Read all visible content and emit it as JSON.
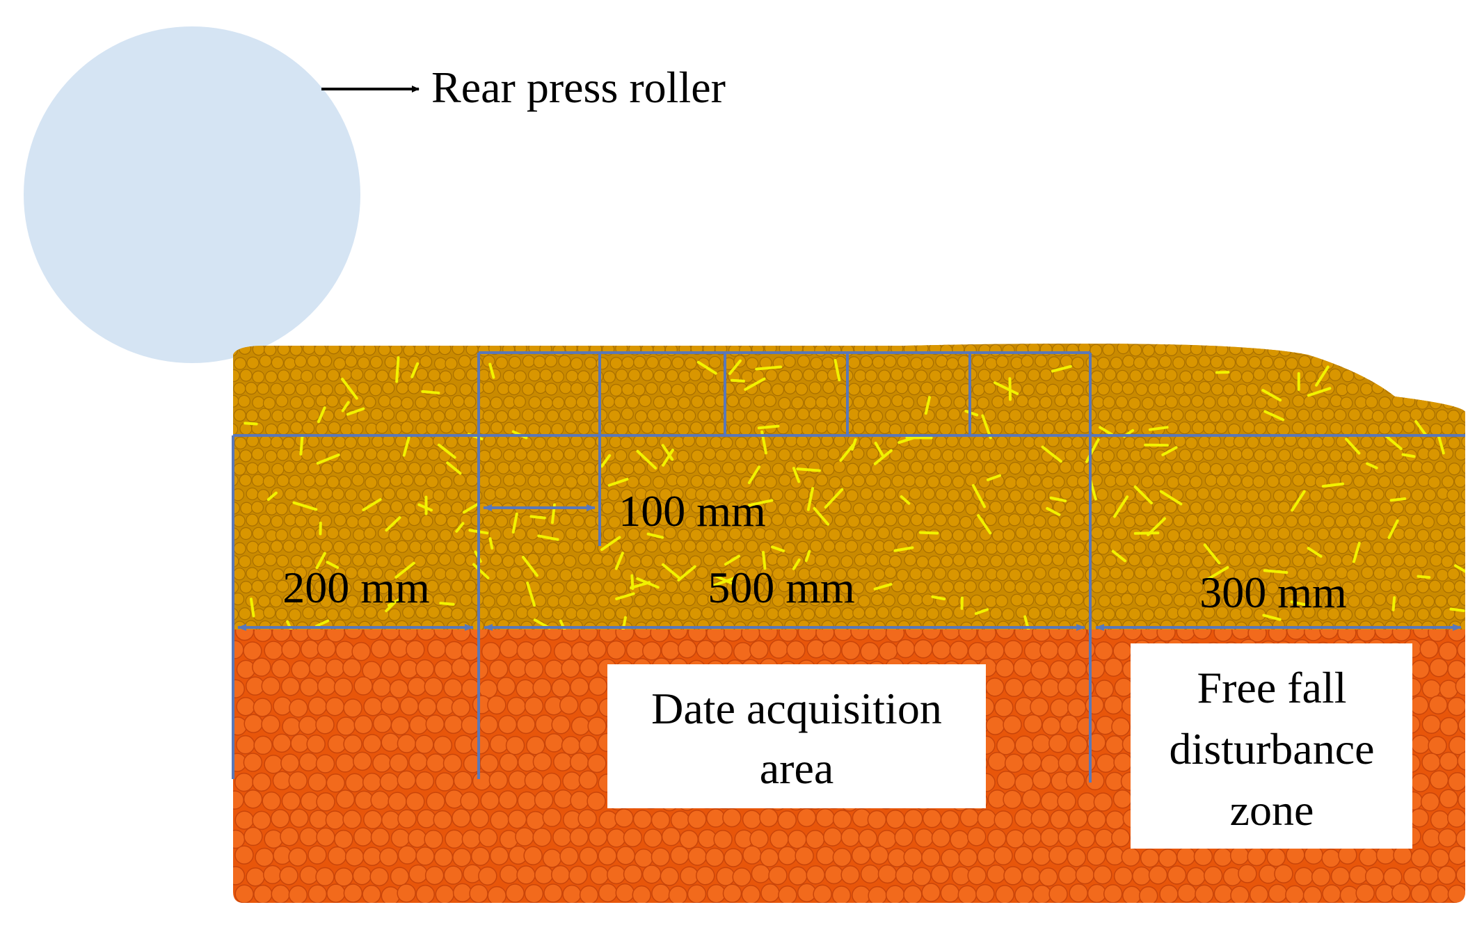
{
  "roller": {
    "label": "Rear press roller",
    "color": "#d5e4f3"
  },
  "soil": {
    "top_layer_color": "#c98a00",
    "top_particle_color": "#d99600",
    "bottom_layer_color": "#e8560a",
    "bottom_particle_color": "#f26a1c",
    "straw_color": "#f2f200",
    "grid_color": "#5a78b8"
  },
  "dimensions": {
    "d1": "200 mm",
    "d2": "100 mm",
    "d3": "500 mm",
    "d4": "300 mm"
  },
  "boxes": {
    "acquisition": [
      "Date acquisition",
      "area"
    ],
    "disturbance": [
      "Free fall",
      "disturbance",
      "zone"
    ]
  }
}
